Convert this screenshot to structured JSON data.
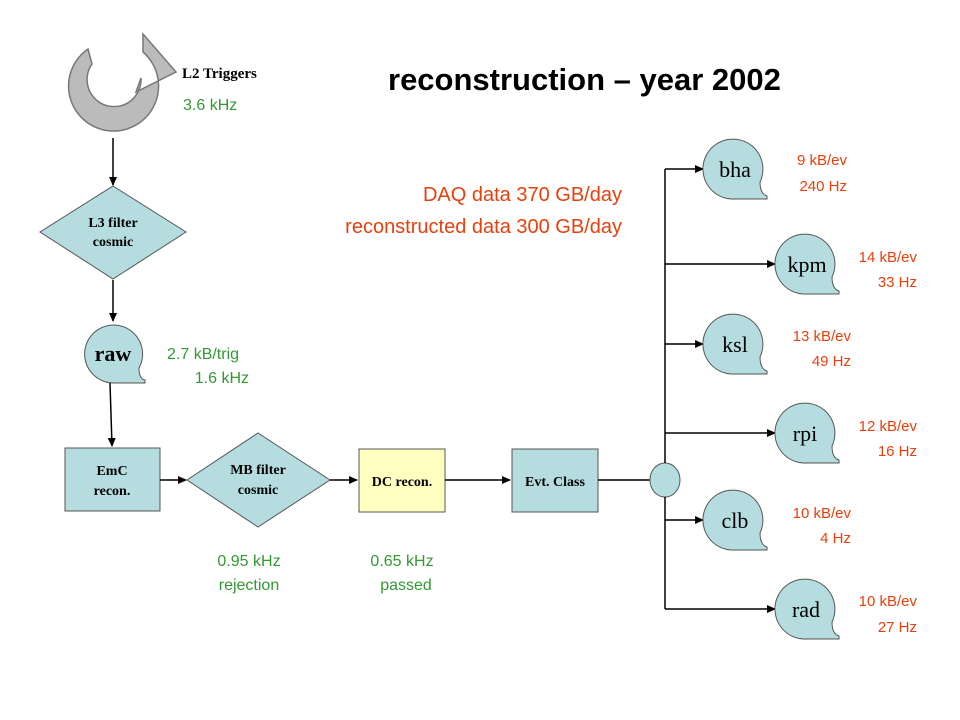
{
  "title": "reconstruction – year 2002",
  "daq": {
    "line1": "DAQ data 370 GB/day",
    "line2": "reconstructed data 300 GB/day"
  },
  "l2": {
    "label": "L2 Triggers",
    "rate": "3.6 kHz"
  },
  "l3": {
    "line1": "L3 filter",
    "line2": "cosmic"
  },
  "raw": {
    "label": "raw",
    "size": "2.7 kB/trig",
    "rate": "1.6 kHz"
  },
  "emc": {
    "line1": "EmC",
    "line2": "recon."
  },
  "mb": {
    "line1": "MB filter",
    "line2": "cosmic",
    "rate": "0.95 kHz",
    "note": "rejection"
  },
  "dc": {
    "label": "DC recon.",
    "rate": "0.65 kHz",
    "note": "passed"
  },
  "evt": {
    "label": "Evt. Class"
  },
  "streams": [
    {
      "name": "bha",
      "size": "9 kB/ev",
      "rate": "240 Hz"
    },
    {
      "name": "kpm",
      "size": "14 kB/ev",
      "rate": "33 Hz"
    },
    {
      "name": "ksl",
      "size": "13 kB/ev",
      "rate": "49 Hz"
    },
    {
      "name": "rpi",
      "size": "12 kB/ev",
      "rate": "16 Hz"
    },
    {
      "name": "clb",
      "size": "10 kB/ev",
      "rate": "4 Hz"
    },
    {
      "name": "rad",
      "size": "10 kB/ev",
      "rate": "27 Hz"
    }
  ],
  "colors": {
    "node_fill": "#b5dde0",
    "dc_fill": "#ffffc0",
    "green_text": "#339933",
    "red_text": "#e8400c",
    "l2_icon": "#bbbbbb"
  }
}
